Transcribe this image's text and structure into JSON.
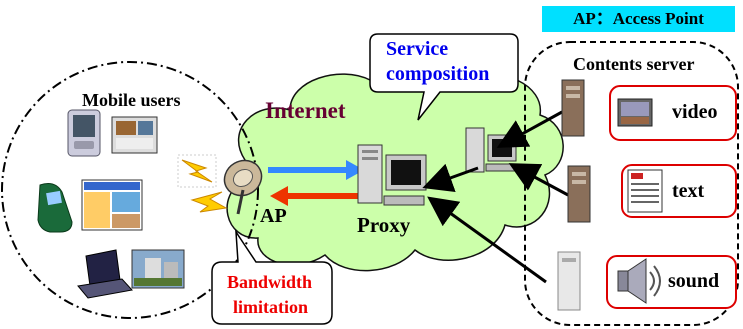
{
  "legend": {
    "text": "AP：Access Point",
    "color": "#00e0ff"
  },
  "regions": {
    "mobile_users": "Mobile users",
    "internet": "Internet",
    "contents_server": "Contents server"
  },
  "callouts": {
    "service_composition_line1": "Service",
    "service_composition_line2": "composition",
    "bandwidth_line1": "Bandwidth",
    "bandwidth_line2": "limitation"
  },
  "nodes": {
    "ap": "AP",
    "proxy": "Proxy"
  },
  "content_types": [
    "video",
    "text",
    "sound"
  ],
  "colors": {
    "cloud": "#ccffaa",
    "internet_text": "#660033",
    "service_text": "#0000ee",
    "bandwidth_text": "#ee0000",
    "arrow_in": "#3388ff",
    "arrow_out": "#ee3300",
    "content_box_border": "#dd0000"
  },
  "icons": [
    "satellite-dish-icon",
    "pc-icon",
    "server-icon",
    "pda-icon",
    "mobile-phone-icon",
    "laptop-icon",
    "speaker-icon",
    "lightning-icon"
  ]
}
